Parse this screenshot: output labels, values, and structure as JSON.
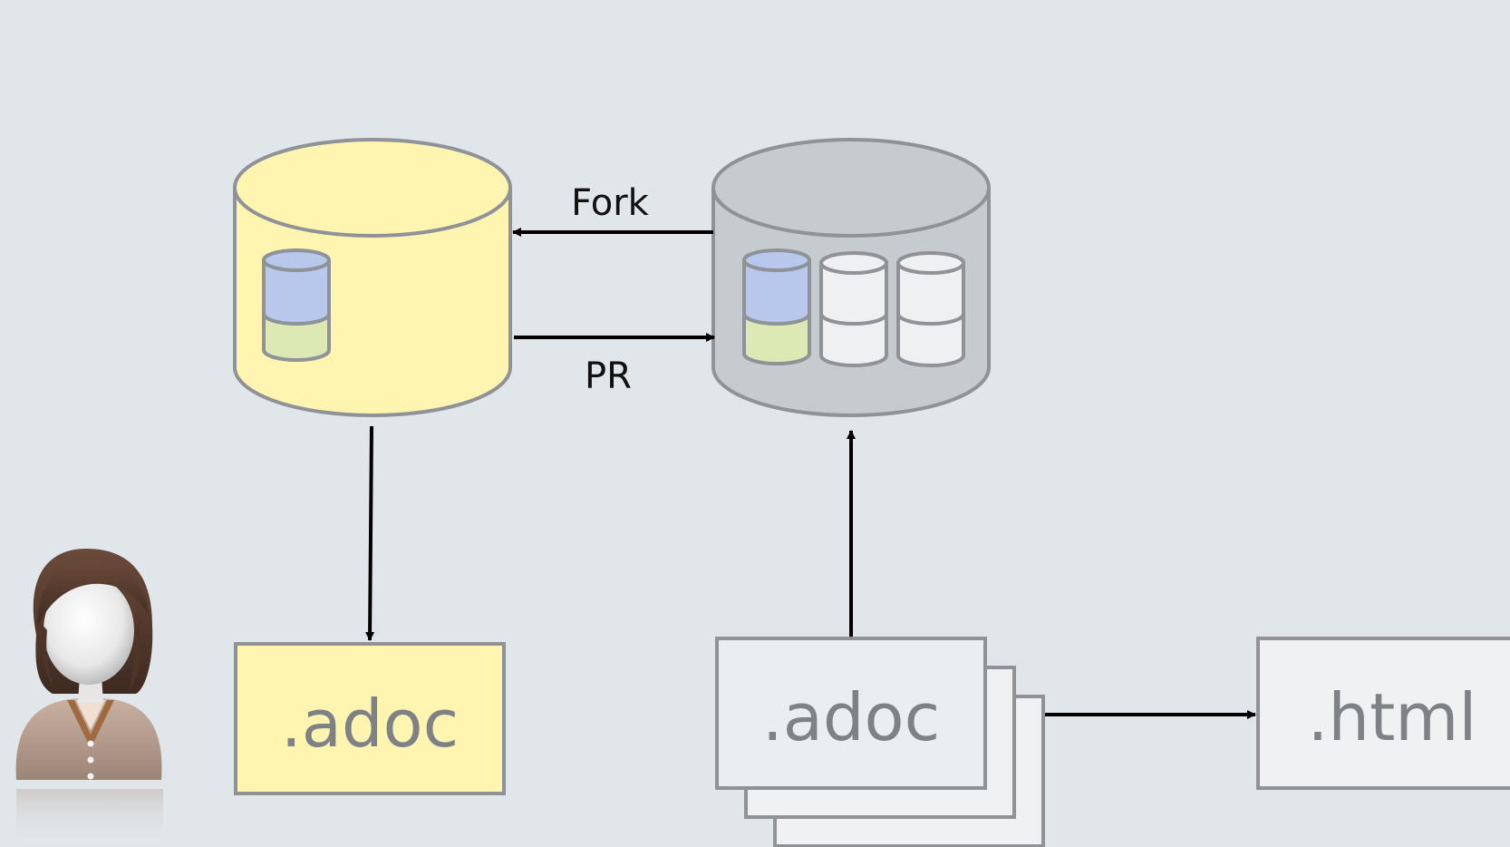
{
  "diagram": {
    "fork_label": "Fork",
    "pr_label": "PR",
    "local_file_label": ".adoc",
    "source_file_label": ".adoc",
    "output_file_label": ".html"
  },
  "colors": {
    "background": "#e1e6ea",
    "fork_repo_fill": "#fff5b1",
    "main_repo_fill": "#c6cbd0",
    "outline": "#8f9398",
    "blue_layer": "#b8c8ec",
    "green_layer": "#dce9b4",
    "empty_layer": "#eef0f2",
    "local_file_fill": "#fff5b1",
    "source_file_fill": "#ebeef0",
    "output_file_fill": "#eff1f3",
    "file_text": "#7e8185",
    "arrow": "#000000"
  },
  "icons": {
    "user": "user-avatar-icon"
  }
}
